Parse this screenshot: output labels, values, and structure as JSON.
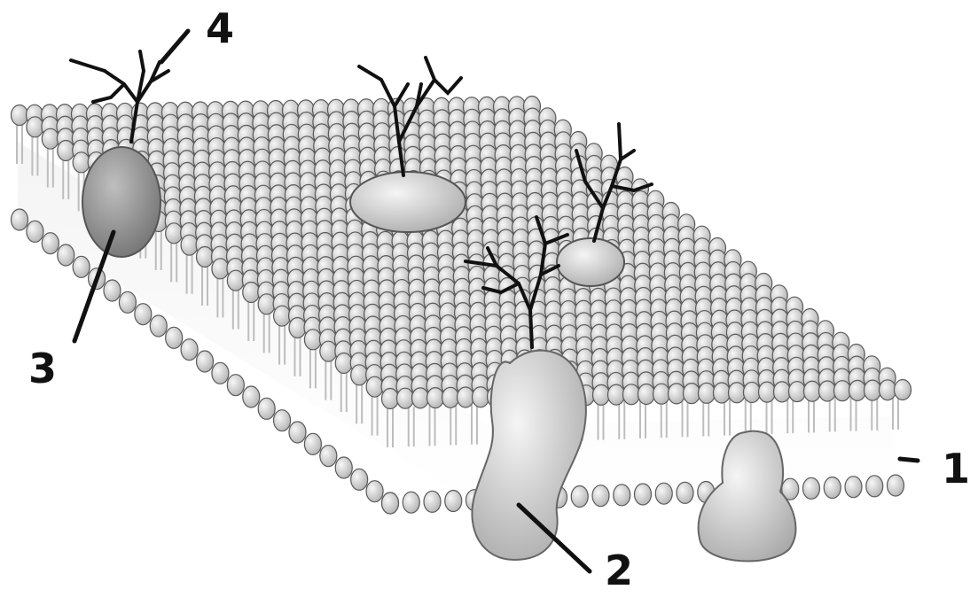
{
  "labels": {
    "one": "1",
    "two": "2",
    "three": "3",
    "four": "4"
  },
  "colors": {
    "head_fill": "#dcdcdc",
    "head_stroke": "#5a5a5a",
    "tail": "#bdbdbd",
    "protein_light": "#eeeeee",
    "protein_dark": "#b6b6b6",
    "line": "#111111"
  }
}
